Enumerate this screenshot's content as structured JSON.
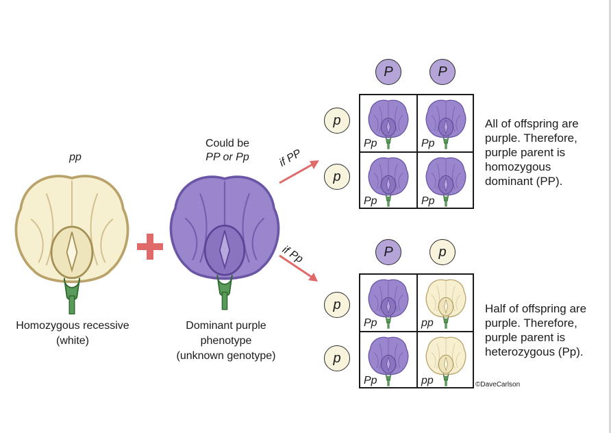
{
  "parents": {
    "white": {
      "genotype": "pp",
      "label_line1": "Homozygous recessive",
      "label_line2": "(white)"
    },
    "purple": {
      "genotype_line1": "Could be",
      "genotype_line2": "PP or Pp",
      "label_line1": "Dominant purple",
      "label_line2": "phenotype",
      "label_line3": "(unknown genotype)"
    },
    "cross_symbol": "+"
  },
  "arrows": {
    "top": "if PP",
    "bottom": "if Pp"
  },
  "crosses": [
    {
      "top_alleles": [
        "P",
        "P"
      ],
      "side_alleles": [
        "p",
        "p"
      ],
      "cells": [
        {
          "genotype": "Pp",
          "phenotype": "purple"
        },
        {
          "genotype": "Pp",
          "phenotype": "purple"
        },
        {
          "genotype": "Pp",
          "phenotype": "purple"
        },
        {
          "genotype": "Pp",
          "phenotype": "purple"
        }
      ],
      "result_lines": [
        "All of offspring are",
        "purple. Therefore,",
        "purple parent is",
        "homozygous",
        "dominant (PP)."
      ]
    },
    {
      "top_alleles": [
        "P",
        "p"
      ],
      "side_alleles": [
        "p",
        "p"
      ],
      "cells": [
        {
          "genotype": "Pp",
          "phenotype": "purple"
        },
        {
          "genotype": "pp",
          "phenotype": "white"
        },
        {
          "genotype": "Pp",
          "phenotype": "purple"
        },
        {
          "genotype": "pp",
          "phenotype": "white"
        }
      ],
      "result_lines": [
        "Half of offspring are",
        "purple. Therefore,",
        "purple parent is",
        "heterozygous (Pp)."
      ]
    }
  ],
  "credit": "©DaveCarlson",
  "colors": {
    "purple": "#9a86cc",
    "purple_dark": "#6a55a6",
    "white_petal": "#f6efd0",
    "white_vein": "#b9a36a",
    "stem": "#5a9a5a",
    "arrow": "#e06a6a",
    "plus": "#e06a6a"
  }
}
